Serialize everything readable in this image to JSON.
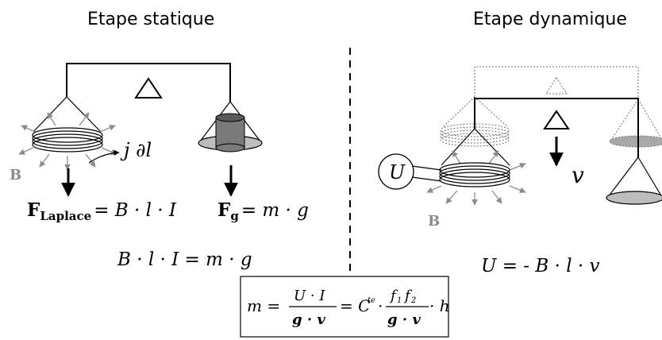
{
  "headings": {
    "static": "Etape statique",
    "dynamic": "Etape dynamique"
  },
  "labels": {
    "b_static": "B",
    "b_dynamic": "B",
    "current_element": "j ∂l",
    "voltage_source": "U",
    "velocity": "v"
  },
  "equations": {
    "laplace_force": {
      "symbol": "F",
      "subscript": "Laplace",
      "rhs": "= B · l · I"
    },
    "gravity_force": {
      "symbol": "F",
      "subscript": "g",
      "rhs": "= m · g"
    },
    "static_balance": "B · l · I = m · g",
    "dynamic_relation": "U = - B · l · v",
    "final": {
      "lhs": "m =",
      "frac1_num": "U · I",
      "frac1_den": "g · v",
      "mid": "= C",
      "mid_sup": "te",
      "dot": "·",
      "frac2_num_a": "f",
      "frac2_num_a_sub": "1",
      "frac2_num_b": "f",
      "frac2_num_b_sub": "2",
      "frac2_den": "g · v",
      "tail": "· h"
    }
  },
  "colors": {
    "ink": "#000000",
    "field_label": "#8c8c8c",
    "field_arrows": "#8c8c8c",
    "ghost_lines": "#6e6e6e",
    "mass_body": "#7a7a7a",
    "mass_top": "#5a5a5a",
    "pan_fill": "#bdbdbd",
    "ghost_pan_fill": "#a8a8a8"
  }
}
